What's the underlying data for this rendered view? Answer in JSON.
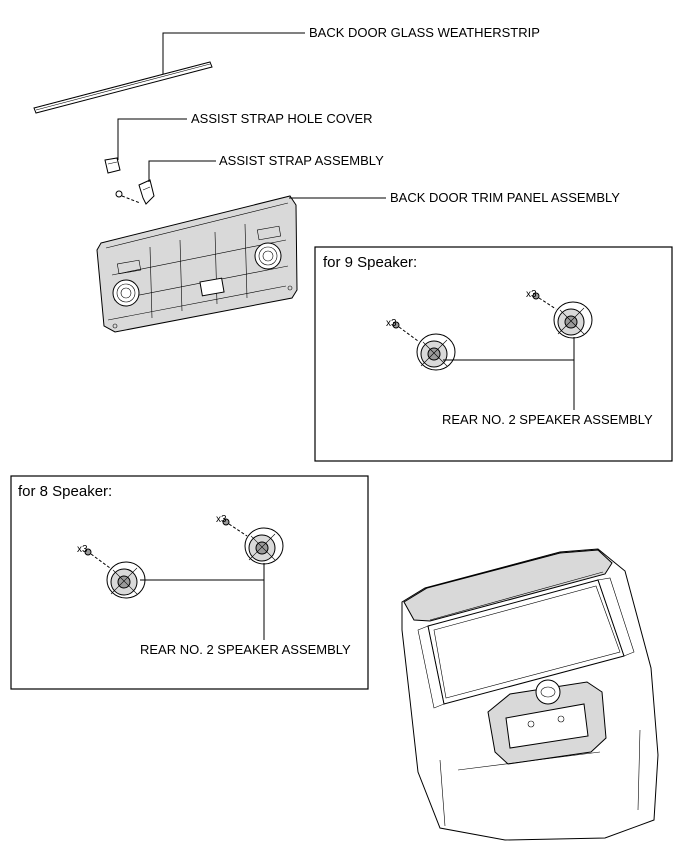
{
  "labels": {
    "weatherstrip": "BACK DOOR GLASS WEATHERSTRIP",
    "hole_cover": "ASSIST STRAP HOLE COVER",
    "strap_assembly": "ASSIST STRAP ASSEMBLY",
    "trim_panel": "BACK DOOR TRIM PANEL ASSEMBLY"
  },
  "panels": {
    "nine": {
      "title": "for 9 Speaker:",
      "speaker_label": "REAR NO. 2 SPEAKER ASSEMBLY",
      "qty_a": "x3",
      "qty_b": "x3"
    },
    "eight": {
      "title": "for 8 Speaker:",
      "speaker_label": "REAR NO. 2 SPEAKER ASSEMBLY",
      "qty_a": "x3",
      "qty_b": "x3"
    }
  }
}
